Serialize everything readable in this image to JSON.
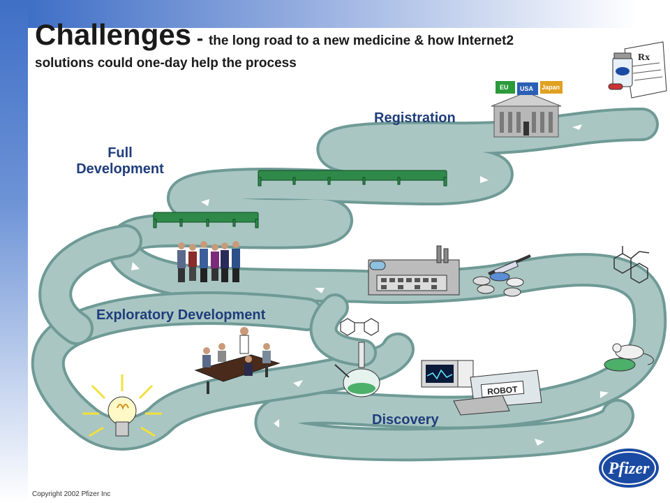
{
  "slide": {
    "title_main": "Challenges",
    "title_sep": " - ",
    "title_rest": "the long road to a new medicine & how Internet2",
    "title_line2": "solutions could one-day help the process",
    "copyright": "Copyright 2002  Pfizer Inc"
  },
  "stages": {
    "registration": "Registration",
    "full_development_1": "Full",
    "full_development_2": "Development",
    "exploratory_development": "Exploratory Development",
    "discovery": "Discovery"
  },
  "flags": {
    "eu": "EU",
    "usa": "USA",
    "japan": "Japan"
  },
  "robot_label": "ROBOT",
  "rx_label": "Rx",
  "brand": {
    "name": "Pfizer",
    "color": "#1b4aa3"
  },
  "colors": {
    "road": "#a9c6c3",
    "road_edge": "#6f9a96",
    "label": "#1f3d7a"
  }
}
